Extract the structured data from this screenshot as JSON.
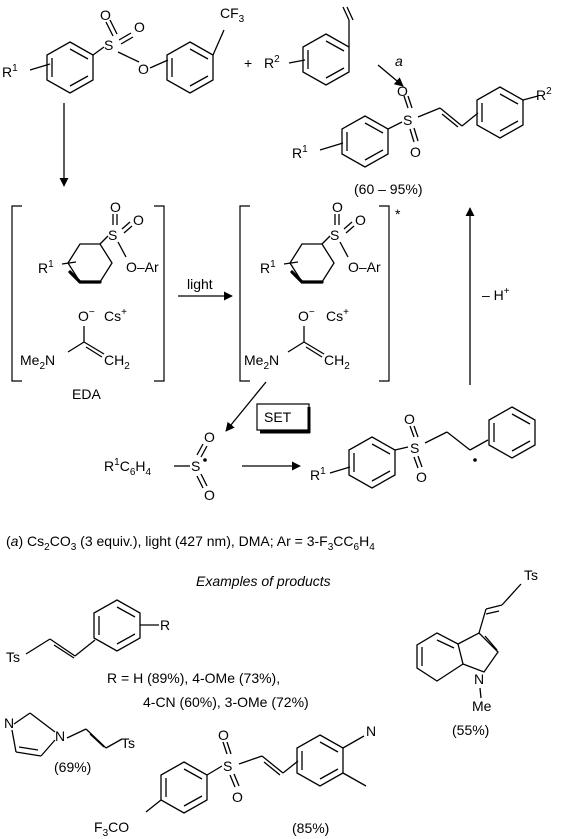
{
  "reactant1": {
    "substituent_r": "R",
    "r_sup": "1",
    "atom_s": "S",
    "o_top": "O",
    "o_side": "O",
    "o_ester": "O",
    "cf3": "CF",
    "cf3_sub": "3"
  },
  "plus": "+",
  "reactant2": {
    "substituent_r": "R",
    "r_sup": "2"
  },
  "arrow_a_label": "a",
  "product": {
    "atom_s": "S",
    "o_top": "O",
    "o_bottom": "O",
    "r1": "R",
    "r1_sup": "1",
    "r2": "R",
    "r2_sup": "2",
    "yield_range": "(60 – 95%)"
  },
  "eda_complex": {
    "r1": "R",
    "r1_sup": "1",
    "atom_s": "S",
    "o1": "O",
    "o2": "O",
    "o_ar": "O–Ar",
    "enolate_o": "O",
    "enolate_o_charge": "−",
    "cs": "Cs",
    "cs_charge": "+",
    "me2n": "Me",
    "me2n_sub": "2",
    "me2n_n": "N",
    "ch2": "CH",
    "ch2_sub": "2",
    "caption": "EDA"
  },
  "light_label": "light",
  "excited_complex": {
    "r1": "R",
    "r1_sup": "1",
    "atom_s": "S",
    "o1": "O",
    "o2": "O",
    "o_ar": "O–Ar",
    "enolate_o": "O",
    "enolate_o_charge": "−",
    "cs": "Cs",
    "cs_charge": "+",
    "me2n": "Me",
    "me2n_sub": "2",
    "me2n_n": "N",
    "ch2": "CH",
    "ch2_sub": "2",
    "star": "*"
  },
  "deprotonation_label": "– H",
  "deprotonation_charge": "+",
  "set_label": "SET",
  "sulfonyl_radical": {
    "text": "R",
    "r_sup": "1",
    "c6": "C",
    "c6_sub": "6",
    "h4": "H",
    "h4_sub": "4",
    "atom_s": "S",
    "o_top": "O",
    "o_bottom": "O"
  },
  "benzylic_radical": {
    "r1": "R",
    "r1_sup": "1",
    "atom_s": "S",
    "o_top": "O",
    "o_bottom": "O"
  },
  "conditions": {
    "a": "a",
    "text1": "Cs",
    "sub2": "2",
    "text2": "CO",
    "sub3": "3",
    "text3": "(3 equiv.), light (427 nm), DMA; Ar = 3-F",
    "sub3b": "3",
    "text4": "CC",
    "sub6": "6",
    "text5": "H",
    "sub4": "4"
  },
  "examples_title": "Examples of products",
  "ex_styryl": {
    "ts": "Ts",
    "r": "R",
    "line1": "R = H (89%), 4-OMe (73%),",
    "line2": "4-CN (60%), 3-OMe (72%)"
  },
  "ex_indole": {
    "ts": "Ts",
    "n": "N",
    "me": "Me",
    "yield": "(55%)"
  },
  "ex_imidazole": {
    "n1": "N",
    "n2": "N",
    "ts": "Ts",
    "yield": "(69%)"
  },
  "ex_pyridine": {
    "atom_s": "S",
    "o_top": "O",
    "o_bottom": "O",
    "n": "N",
    "f3co": "F",
    "f3co_sub": "3",
    "f3co_tail": "CO",
    "yield": "(85%)"
  }
}
